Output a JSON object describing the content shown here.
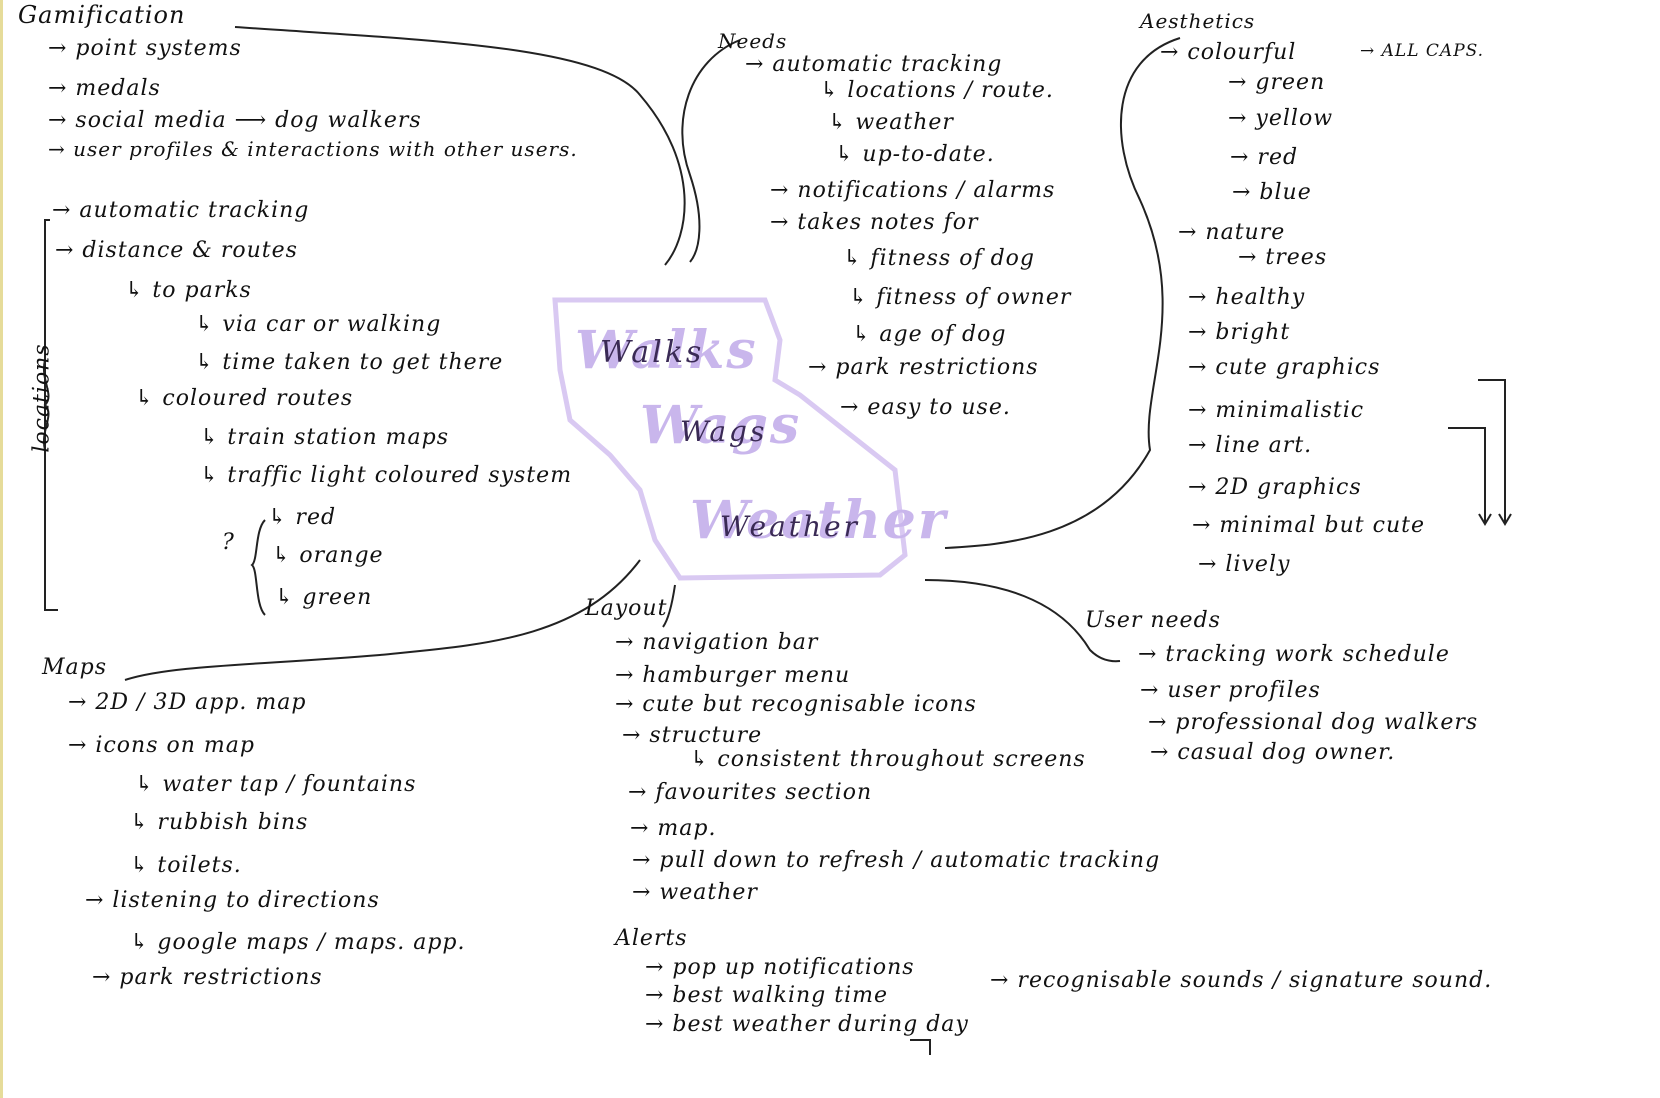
{
  "center": {
    "line1": "Walks",
    "line2": "Wags",
    "line3": "Weather"
  },
  "gamification": {
    "heading": "Gamification",
    "items": [
      "→ point systems",
      "→ medals",
      "→ social media ⟶ dog walkers",
      "→ user profiles & interactions with other users."
    ]
  },
  "locations": {
    "side_label": "locations",
    "items": [
      "→ automatic tracking",
      "→ distance & routes",
      "↳ to parks",
      "↳ via car or walking",
      "↳ time taken to get there",
      "↳ coloured routes",
      "↳ train station maps",
      "↳ traffic light coloured system",
      "↳ red",
      "↳ orange",
      "↳ green"
    ],
    "question_mark": "?"
  },
  "needs": {
    "heading": "Needs",
    "items": [
      "→ automatic tracking",
      "↳ locations / route.",
      "↳ weather",
      "↳ up-to-date.",
      "→ notifications / alarms",
      "→ takes notes for",
      "↳ fitness of dog",
      "↳ fitness of owner",
      "↳ age of dog",
      "→ park restrictions",
      "→ easy to use."
    ]
  },
  "aesthetics": {
    "heading": "Aesthetics",
    "items": [
      "→ colourful",
      "→ green",
      "→ yellow",
      "→ red",
      "→ blue",
      "→ nature",
      "→ trees",
      "→ healthy",
      "→ bright",
      "→ cute graphics",
      "→ minimalistic",
      "→ line art.",
      "→ 2D graphics",
      "→ minimal but cute",
      "→ lively"
    ],
    "all_caps": "→ ALL CAPS."
  },
  "maps": {
    "heading": "Maps",
    "items": [
      "→ 2D / 3D app. map",
      "→ icons on map",
      "↳ water tap / fountains",
      "↳ rubbish bins",
      "↳ toilets.",
      "→ listening to directions",
      "↳ google maps / maps. app.",
      "→ park restrictions"
    ]
  },
  "layout": {
    "heading": "Layout",
    "items": [
      "→ navigation bar",
      "→ hamburger menu",
      "→ cute but recognisable icons",
      "→ structure",
      "↳ consistent throughout screens",
      "→ favourites section",
      "→ map.",
      "→ pull down to refresh / automatic tracking",
      "→ weather"
    ]
  },
  "alerts": {
    "heading": "Alerts",
    "items": [
      "→ pop up notifications",
      "→ best walking time",
      "→ best weather during day"
    ],
    "side_note": "→ recognisable sounds / signature sound."
  },
  "user_needs": {
    "heading": "User needs",
    "items": [
      "→ tracking work schedule",
      "→ user profiles",
      "→ professional dog walkers",
      "→ casual dog owner."
    ]
  },
  "colors": {
    "ink": "#111111",
    "accent_purple": "#c9b6ec",
    "script_purple": "#3a2a55"
  }
}
